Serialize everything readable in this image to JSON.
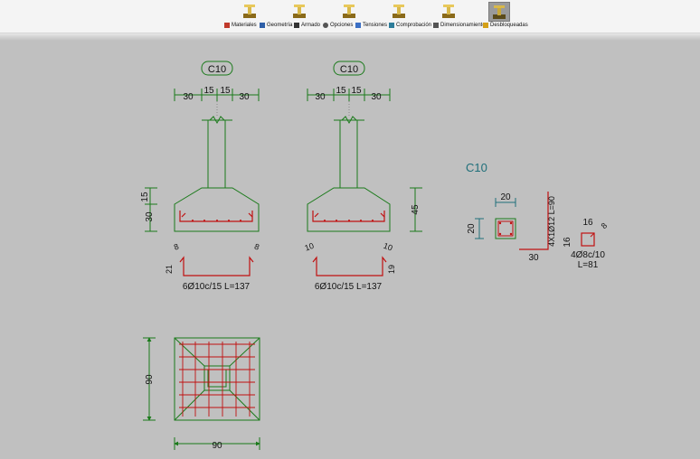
{
  "toolbar": {
    "buttons": [
      {
        "label": "Materiales",
        "icon": "footing-materials-icon",
        "icon_color": "#c0392b"
      },
      {
        "label": "Geometría",
        "icon": "footing-geometry-icon",
        "icon_color": "#2e5fa8"
      },
      {
        "label": "Armado",
        "icon": "footing-reinforcement-icon",
        "icon_color": "#333333"
      },
      {
        "label": "Opciones",
        "icon": "footing-options-icon",
        "icon_color": "#555555"
      },
      {
        "label": "Tensiones",
        "icon": "footing-stress-icon",
        "icon_color": "#3b6fc4"
      },
      {
        "label": "Comprobación",
        "icon": "footing-check-icon",
        "icon_color": "#2e7d9a"
      },
      {
        "label": "Dimensionamiento",
        "icon": "footing-sizing-icon",
        "icon_color": "#555555"
      },
      {
        "label": "Desbloqueadas",
        "icon": "footing-unlock-icon",
        "icon_color": "#d4a017"
      }
    ],
    "active_index": 7
  },
  "drawing": {
    "colors": {
      "green": "#1a7a1a",
      "red": "#c01010",
      "teal": "#1f6f7a",
      "label": "#111111"
    },
    "left_section": {
      "tag": "C10",
      "dims_top": [
        "30",
        "15",
        "15",
        "30"
      ],
      "dim_vert_small": "15",
      "dim_vert_big": "30",
      "bar_hook_left": "8",
      "bar_hook_right": "8",
      "bar_height": "21",
      "bar_label": "6Ø10c/15 L=137"
    },
    "right_section": {
      "tag": "C10",
      "dims_top": [
        "30",
        "15",
        "15",
        "30"
      ],
      "dim_vert": "45",
      "bar_hook_left": "10",
      "bar_hook_right": "10",
      "bar_height": "19",
      "bar_label": "6Ø10c/15 L=137"
    },
    "plan": {
      "dim_side": "90",
      "dim_bottom": "90"
    },
    "column_detail": {
      "title": "C10",
      "dim_top": "20",
      "dim_left": "20",
      "long_bar_label": "4X1Ø12 L=90",
      "long_bar_base": "30",
      "stirrup_w": "16",
      "stirrup_h": "16",
      "stirrup_hook": "8",
      "stirrup_label_1": "4Ø8c/10",
      "stirrup_label_2": "L=81"
    }
  }
}
